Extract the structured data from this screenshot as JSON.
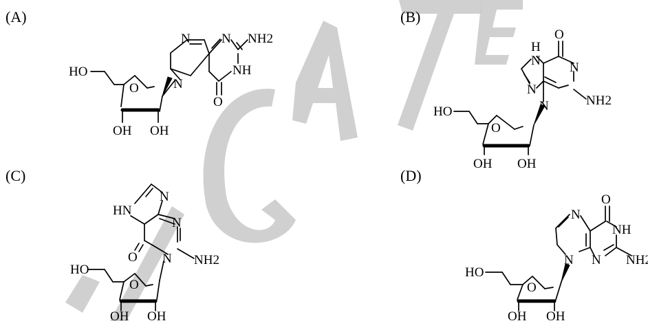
{
  "options": [
    {
      "label": "(A)",
      "atoms": [
        "N",
        "N",
        "NH2",
        "N",
        "NH",
        "O",
        "HO",
        "O",
        "OH",
        "OH"
      ]
    },
    {
      "label": "(B)",
      "atoms": [
        "H",
        "N",
        "O",
        "N",
        "N",
        "N",
        "NH2",
        "HO",
        "O",
        "OH",
        "OH"
      ]
    },
    {
      "label": "(C)",
      "atoms": [
        "N",
        "HN",
        "N",
        "O",
        "N",
        "NH2",
        "HO",
        "O",
        "OH",
        "OH"
      ]
    },
    {
      "label": "(D)",
      "atoms": [
        "O",
        "N",
        "NH",
        "N",
        "N",
        "NH2",
        "HO",
        "O",
        "OH",
        "OH"
      ]
    }
  ],
  "watermark": "GATE"
}
